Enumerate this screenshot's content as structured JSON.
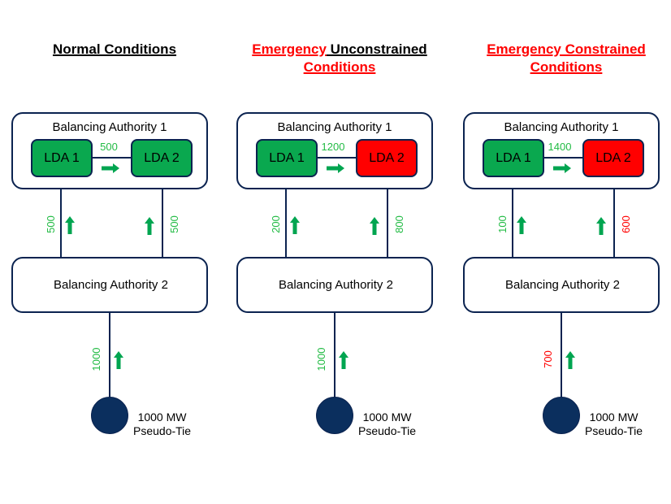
{
  "colors": {
    "green_fill": "#0aa84f",
    "red_fill": "#ff0000",
    "green_text": "#22bb44",
    "red_text": "#ff0000",
    "arrow_green": "#00a550",
    "line_navy": "#0b2350",
    "generator_navy": "#0b2f5e"
  },
  "panels": [
    {
      "title_parts": [
        {
          "text": "Normal Conditions",
          "color": "black"
        }
      ],
      "ba1_label": "Balancing Authority 1",
      "ba2_label": "Balancing Authority 2",
      "lda1": {
        "label": "LDA 1",
        "status": "green"
      },
      "lda2": {
        "label": "LDA 2",
        "status": "green"
      },
      "lda_flow": {
        "value": "500",
        "color": "green"
      },
      "left_tie_flow": {
        "value": "500",
        "color": "green"
      },
      "right_tie_flow": {
        "value": "500",
        "color": "green"
      },
      "pseudo_tie_flow": {
        "value": "1000",
        "color": "green"
      },
      "generator_label_line1": "1000 MW",
      "generator_label_line2": "Pseudo-Tie"
    },
    {
      "title_parts": [
        {
          "text": "Emergency",
          "color": "red"
        },
        {
          "text": " Unconstrained",
          "color": "black"
        },
        {
          "text": "Conditions",
          "color": "red",
          "newline": true
        }
      ],
      "ba1_label": "Balancing Authority 1",
      "ba2_label": "Balancing Authority 2",
      "lda1": {
        "label": "LDA 1",
        "status": "green"
      },
      "lda2": {
        "label": "LDA 2",
        "status": "red"
      },
      "lda_flow": {
        "value": "1200",
        "color": "green"
      },
      "left_tie_flow": {
        "value": "200",
        "color": "green"
      },
      "right_tie_flow": {
        "value": "800",
        "color": "green"
      },
      "pseudo_tie_flow": {
        "value": "1000",
        "color": "green"
      },
      "generator_label_line1": "1000 MW",
      "generator_label_line2": "Pseudo-Tie"
    },
    {
      "title_parts": [
        {
          "text": "Emergency Constrained",
          "color": "red"
        },
        {
          "text": "Conditions",
          "color": "red",
          "newline": true
        }
      ],
      "ba1_label": "Balancing Authority 1",
      "ba2_label": "Balancing Authority 2",
      "lda1": {
        "label": "LDA 1",
        "status": "green"
      },
      "lda2": {
        "label": "LDA 2",
        "status": "red"
      },
      "lda_flow": {
        "value": "1400",
        "color": "green"
      },
      "left_tie_flow": {
        "value": "100",
        "color": "green"
      },
      "right_tie_flow": {
        "value": "600",
        "color": "red"
      },
      "pseudo_tie_flow": {
        "value": "700",
        "color": "red"
      },
      "generator_label_line1": "1000 MW",
      "generator_label_line2": "Pseudo-Tie"
    }
  ]
}
